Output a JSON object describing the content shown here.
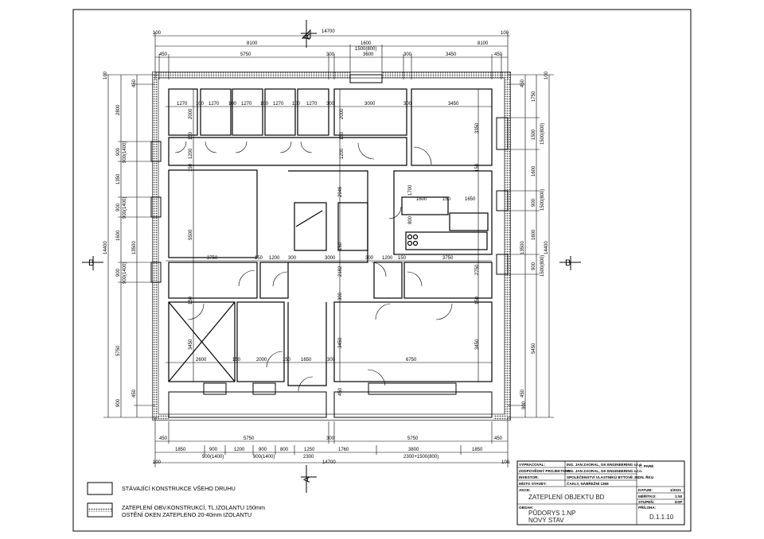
{
  "sections": {
    "a_top": "A",
    "a_bottom": "A",
    "b_left": "B",
    "b_right": "B"
  },
  "top_dims": {
    "edge_left": "100",
    "total": "14700",
    "edge_right": "100",
    "row2": [
      "8100",
      "1600",
      "8100"
    ],
    "row2_sub": "1500(800)",
    "row2_sub2": "3600",
    "row3": [
      "450",
      "5750",
      "300",
      "300",
      "3450",
      "450"
    ]
  },
  "bottom_dims": {
    "row1": [
      "450",
      "5750",
      "300",
      "5750",
      "450"
    ],
    "row2": [
      "1850",
      "900",
      "1200",
      "900",
      "800",
      "1250",
      "1760",
      "3800",
      "1850"
    ],
    "row2_sub": [
      "900(1400)",
      "900(1400)",
      "2300",
      "2300+1500(800)"
    ],
    "total": "14700",
    "edge_left": "100",
    "edge_right": "100"
  },
  "left_dims": {
    "outer": "14400",
    "edge": "100",
    "mid": [
      "2800",
      "900",
      "1350",
      "900",
      "1600",
      "900",
      "5750",
      "900"
    ],
    "sub": [
      "900(1400)",
      "900(1400)",
      "900(1400)"
    ],
    "inner": [
      "450",
      "13500",
      "450"
    ]
  },
  "right_dims": {
    "outer": "14400",
    "edge": "100",
    "mid": [
      "1750",
      "1500",
      "1600",
      "900",
      "1600",
      "900",
      "5450",
      "900"
    ],
    "sub": [
      "1500(800)",
      "1500(800)",
      "1500(800)"
    ],
    "inner": [
      "450",
      "13500",
      "450"
    ]
  },
  "interior_dims": [
    "1270",
    "100",
    "1270",
    "100",
    "1270",
    "100",
    "1270",
    "100",
    "1270",
    "300",
    "3000",
    "300",
    "3450",
    "2000",
    "2000",
    "150",
    "150",
    "1200",
    "1200",
    "150",
    "150",
    "3350",
    "5500",
    "2946",
    "1700",
    "1600",
    "150",
    "1650",
    "800",
    "150",
    "3750",
    "150",
    "1200",
    "300",
    "3000",
    "300",
    "1200",
    "150",
    "3750",
    "2182",
    "2750",
    "150",
    "300",
    "150",
    "3450",
    "3450",
    "3450",
    "2600",
    "150",
    "2000",
    "150",
    "1650",
    "300",
    "6750",
    "450"
  ],
  "legend": {
    "existing": "STÁVAJÍCÍ KONSTRUKCE VŠEHO DRUHU",
    "insulation_line1": "ZATEPLENÍ OBV.KONSTRUKCÍ, TL.IZOLANTU 150mm",
    "insulation_line2": "OSTĚNÍ OKEN ZATEPLENO 20-40mm IZOLANTU"
  },
  "title_block": {
    "rows": [
      {
        "label": "VYPRACOVAL:",
        "value": "ING. JAN ZAORAL, GK ENGINEERING s.r.o."
      },
      {
        "label": "ZODPOVĚDNÝ PROJEKTANT:",
        "value": "ING. JAN ZAORAL, GK ENGINEERING s.r.o."
      },
      {
        "label": "INVESTOR:",
        "value": "SPOLEČENSTVÍ VLASTNÍKŮ BYTOVÉ JEDN. ŘKU"
      },
      {
        "label": "MÍSTO STAVBY:",
        "value": "ČAKLY, NÁBŘEŽNÍ 1368"
      }
    ],
    "copy_no": "Č. PARÉ",
    "project_label": "AKCE:",
    "project": "ZATEPLENÍ OBJEKTU BD",
    "date_label": "DATUM:",
    "date": "1/2021",
    "scale_label": "MĚŘÍTKO:",
    "scale": "1:50",
    "stage_label": "STUPEŇ:",
    "stage": "DSP",
    "content_label": "OBSAH:",
    "content_line1": "PŮDORYS 1.NP",
    "content_line2": "NOVÝ STAV",
    "attachment_label": "PŘÍLOHA:",
    "attachment": "D.1.1.10"
  }
}
